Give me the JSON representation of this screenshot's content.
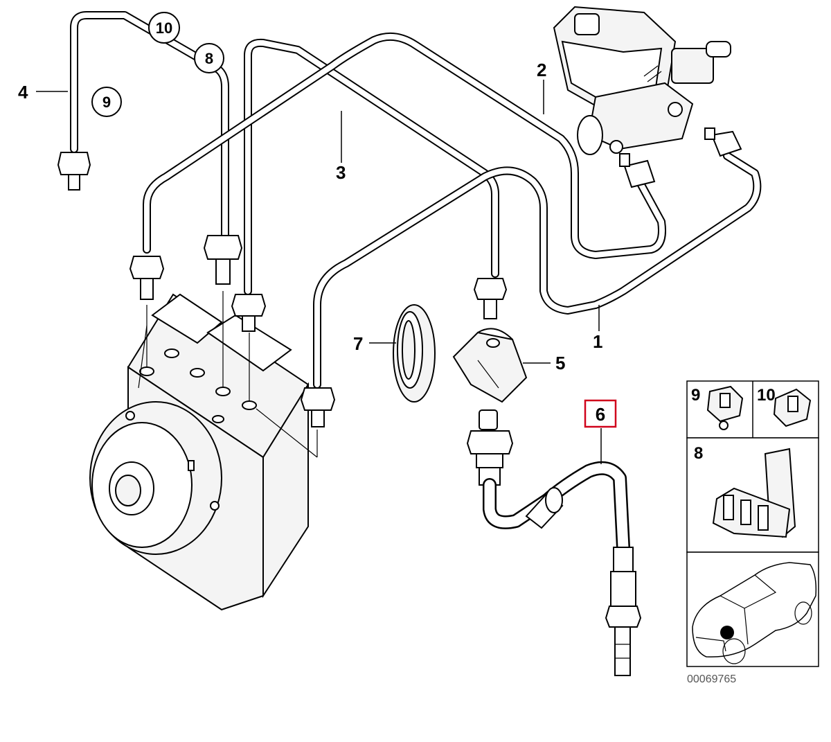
{
  "callouts": {
    "n1": "1",
    "n2": "2",
    "n3": "3",
    "n4": "4",
    "n5": "5",
    "n6": "6",
    "n7": "7",
    "n8": "8",
    "n9": "9",
    "n10": "10"
  },
  "inset": {
    "n9": "9",
    "n10": "10",
    "n8": "8"
  },
  "diagram_code": "00069765",
  "colors": {
    "highlight": "#d0021b",
    "line": "#000000"
  }
}
